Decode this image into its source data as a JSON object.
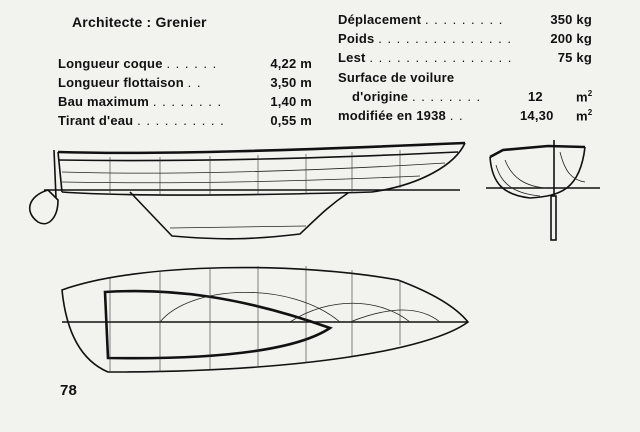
{
  "header": {
    "architect_label": "Architecte : Grenier"
  },
  "specs_left": [
    {
      "label": "Longueur coque",
      "dots": ". . . . . .",
      "value": "4,22 m"
    },
    {
      "label": "Longueur flottaison",
      "dots": ". .",
      "value": "3,50 m"
    },
    {
      "label": "Bau maximum",
      "dots": ". . . . . . . .",
      "value": "1,40 m"
    },
    {
      "label": "Tirant d'eau",
      "dots": ". . . . . . . . . .",
      "value": "0,55 m"
    }
  ],
  "specs_right": [
    {
      "label": "Déplacement",
      "dots": ". . . . . . . . .",
      "value": "350 kg"
    },
    {
      "label": "Poids",
      "dots": ". . . . . . . . . . . . . . .",
      "value": "200 kg"
    },
    {
      "label": "Lest",
      "dots": ". . . . . . . . . . . . . . . .",
      "value": "75 kg"
    }
  ],
  "sail": {
    "heading": "Surface de voilure",
    "origin_label": "d'origine",
    "origin_dots": ". . . . . . . .",
    "origin_value": "12",
    "origin_unit": "m",
    "modified_label": "modifiée en 1938",
    "modified_dots": ". .",
    "modified_value": "14,30",
    "modified_unit": "m",
    "unit_exponent": "2"
  },
  "page_number": "78"
}
